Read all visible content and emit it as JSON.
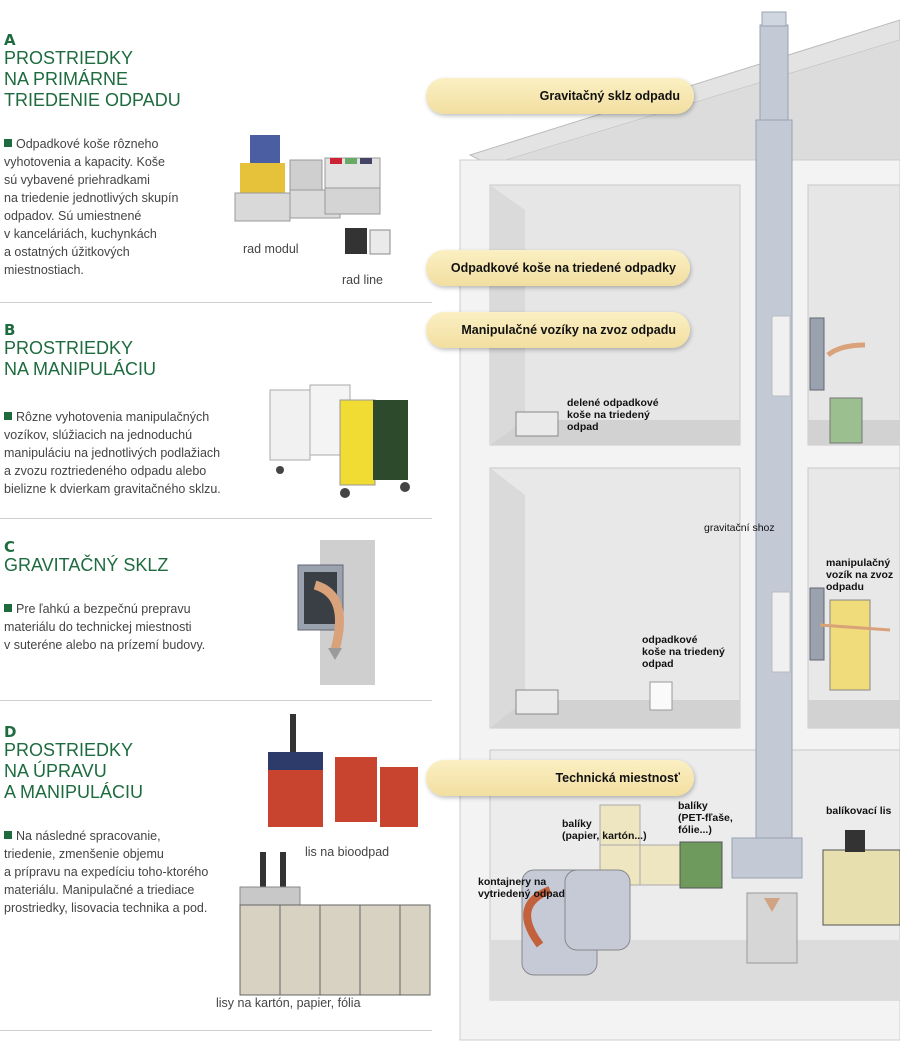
{
  "sections": [
    {
      "letter": "A",
      "title": [
        "PROSTRIEDKY",
        "NA PRIMÁRNE",
        "TRIEDENIE ODPADU"
      ],
      "desc": [
        "Odpadkové koše rôzneho",
        "vyhotovenia a kapacity. Koše",
        "sú vybavené priehradkami",
        "na triedenie jednotlivých skupín",
        "odpadov. Sú umiestnené",
        "v kanceláriách, kuchynkách",
        "a ostatných úžitkových",
        "miestnostiach."
      ],
      "captions": [
        "rad modul",
        "rad line"
      ]
    },
    {
      "letter": "B",
      "title": [
        "PROSTRIEDKY",
        "NA MANIPULÁCIU"
      ],
      "desc": [
        "Rôzne vyhotovenia manipulačných",
        "vozíkov, slúžiacich na jednoduchú",
        "manipuláciu na jednotlivých podlažiach",
        "a zvozu roztriedeného odpadu alebo",
        "bielizne k dvierkam gravitačného sklzu."
      ]
    },
    {
      "letter": "C",
      "title": [
        "GRAVITAČNÝ SKLZ"
      ],
      "desc": [
        "Pre ľahkú a bezpečnú prepravu",
        "materiálu do technickej miestnosti",
        "v suteréne alebo na prízemí budovy."
      ]
    },
    {
      "letter": "D",
      "title": [
        "PROSTRIEDKY",
        "NA ÚPRAVU",
        "A MANIPULÁCIU"
      ],
      "desc": [
        "Na následné spracovanie,",
        "triedenie, zmenšenie objemu",
        "a prípravu na expedíciu toho-ktorého",
        "materiálu. Manipulačné a triediace",
        "prostriedky, lisovacia technika a pod."
      ],
      "captions": [
        "lis na bioodpad",
        "lisy na kartón, papier, fólia"
      ]
    }
  ],
  "callouts": [
    "Gravitačný sklz odpadu",
    "Odpadkové koše na triedené odpadky",
    "Manipulačné vozíky na zvoz odpadu",
    "Technická miestnosť"
  ],
  "labels": {
    "delene": [
      "delené odpadkové",
      "koše na triedený",
      "odpad"
    ],
    "shoz": "gravitační shoz",
    "vozik": [
      "manipulačný",
      "vozík na zvoz",
      "odpadu"
    ],
    "kose": [
      "odpadkové",
      "koše na triedený",
      "odpad"
    ],
    "baliky1": [
      "balíky",
      "(papier, kartón...)"
    ],
    "baliky2": [
      "balíky",
      "(PET-fľaše,",
      "fólie...)"
    ],
    "lis": "balíkovací lis",
    "kontajnery": [
      "kontajnery na",
      "vytriedený odpad"
    ]
  },
  "colors": {
    "accent": "#1e6b3f",
    "callout": "#f6e6ae",
    "wall": "#e9e9e9",
    "pipe": "#c3cad6"
  }
}
